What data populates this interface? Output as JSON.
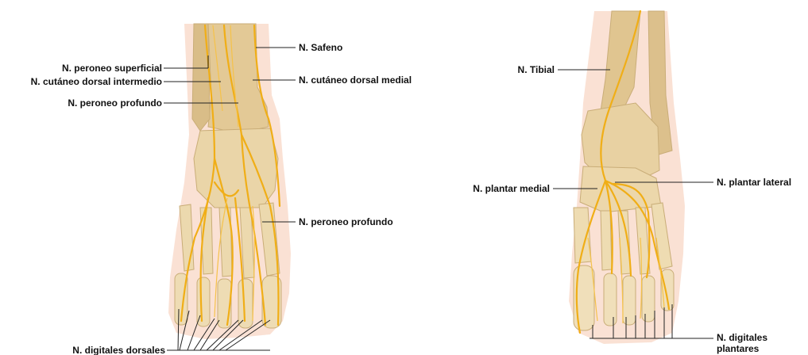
{
  "labels": {
    "peroneo_superficial": "N. peroneo superficial",
    "cutaneo_dorsal_intermedio": "N. cutáneo dorsal intermedio",
    "peroneo_profundo_top": "N. peroneo profundo",
    "digitales_dorsales": "N. digitales dorsales",
    "safeno": "N. Safeno",
    "cutaneo_dorsal_medial": "N. cutáneo dorsal medial",
    "peroneo_profundo_right": "N. peroneo profundo",
    "tibial": "N. Tibial",
    "plantar_medial": "N. plantar medial",
    "plantar_lateral": "N. plantar lateral",
    "digitales_plantares_1": "N. digitales",
    "digitales_plantares_2": "plantares"
  },
  "colors": {
    "skin": "#f7d3c2",
    "bone": "#e6cf9e",
    "bone_dark": "#c9ad78",
    "nerve": "#f2b21a",
    "nerve_dark": "#d9960f"
  }
}
